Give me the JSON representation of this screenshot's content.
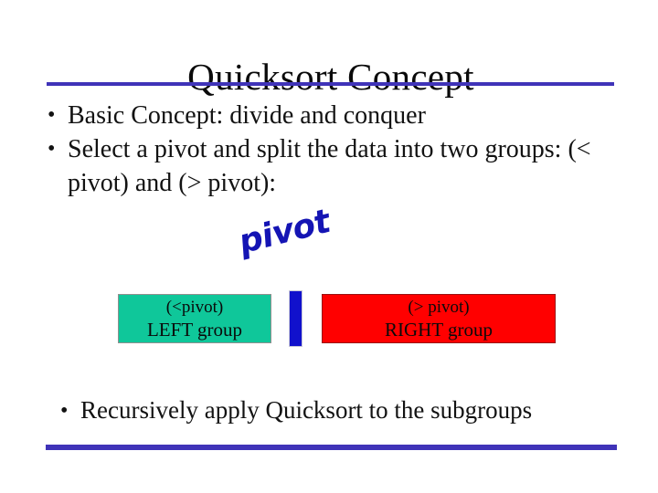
{
  "slide": {
    "title": "Quicksort Concept",
    "accent_color": "#3f33b8",
    "background_color": "#ffffff",
    "text_color": "#121212"
  },
  "bullets_top": [
    {
      "marker": "•",
      "text": "Basic Concept: divide and conquer"
    },
    {
      "marker": "•",
      "text": "Select a pivot and split the data into two groups: (< pivot) and (> pivot):"
    }
  ],
  "diagram": {
    "pivot_label": "pivot",
    "pivot_label_color": "#1414b4",
    "pivot_bar_color": "#1111cc",
    "left_group": {
      "line1": "(<pivot)",
      "line2": "LEFT group",
      "fill_color": "#0fc79a"
    },
    "right_group": {
      "line1": "(> pivot)",
      "line2": "RIGHT group",
      "fill_color": "#ff0000"
    }
  },
  "bullets_bottom": [
    {
      "marker": "•",
      "text": "Recursively apply Quicksort to the subgroups"
    }
  ]
}
